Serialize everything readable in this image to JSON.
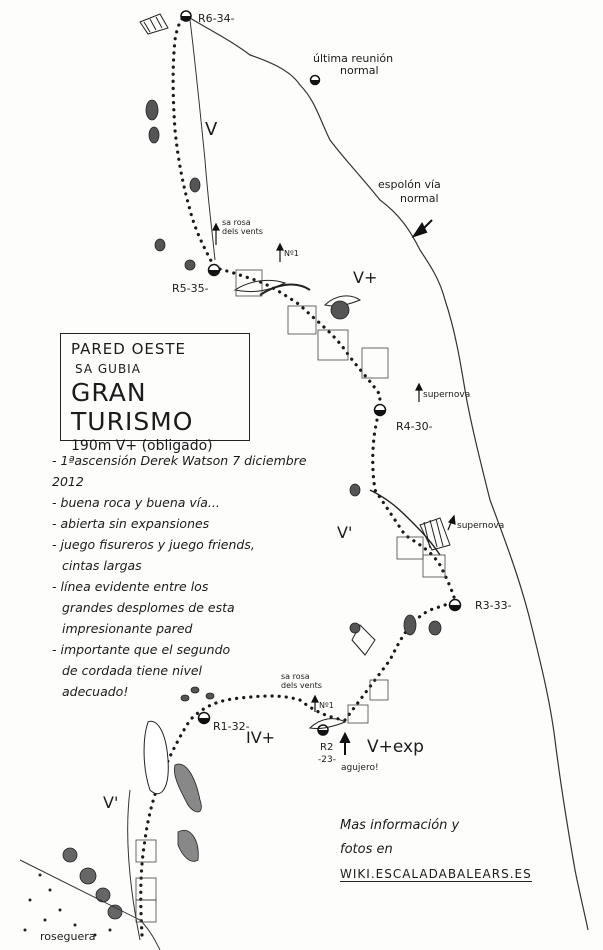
{
  "topo": {
    "info_box": {
      "wall": "PARED OESTE",
      "area": "SA GUBIA",
      "route_name": "GRAN TURISMO",
      "length_grade": "190m V+ (obligado)"
    },
    "notes": [
      "1ªascensión Derek Watson 7 diciembre 2012",
      "buena roca y buena vía...",
      "abierta sin expansiones",
      "juego fisureros y juego friends,",
      "cintas largas",
      "línea evidente entre los",
      "grandes desplomes de esta",
      "impresionante pared",
      "importante que el segundo",
      "de cordada tiene nivel",
      "adecuado!"
    ],
    "note_dash_flags": [
      true,
      true,
      true,
      true,
      false,
      true,
      false,
      false,
      true,
      false,
      false
    ],
    "belays": {
      "r6": "R6-34-",
      "r5": "R5-35-",
      "r4": "R4-30-",
      "r3": "R3-33-",
      "r2": "R2",
      "r2_len": "-23-",
      "r1": "R1-32-"
    },
    "grades": {
      "top": "V",
      "upper_right": "V+",
      "middle": "V'",
      "mid_left": "IV+",
      "crux": "V+exp",
      "bottom": "V'"
    },
    "annotations": {
      "ultima_reunion": "última reunión",
      "normal": "normal",
      "espolon": "espolón vía",
      "espolon_normal": "normal",
      "sa_rosa": "sa rosa",
      "dels_vents": "dels vents",
      "sa_rosa_low": "sa rosa",
      "dels_vents_low": "dels vents",
      "supernova_1": "supernova",
      "supernova_2": "supernova",
      "n1_top": "Nº1",
      "n1_low": "Nº1",
      "agujero": "agujero!",
      "roseguera": "roseguera"
    },
    "more_info": {
      "line1": "Mas información y",
      "line2": "fotos en",
      "url": "WIKI.ESCALADABALEARS.ES"
    }
  }
}
